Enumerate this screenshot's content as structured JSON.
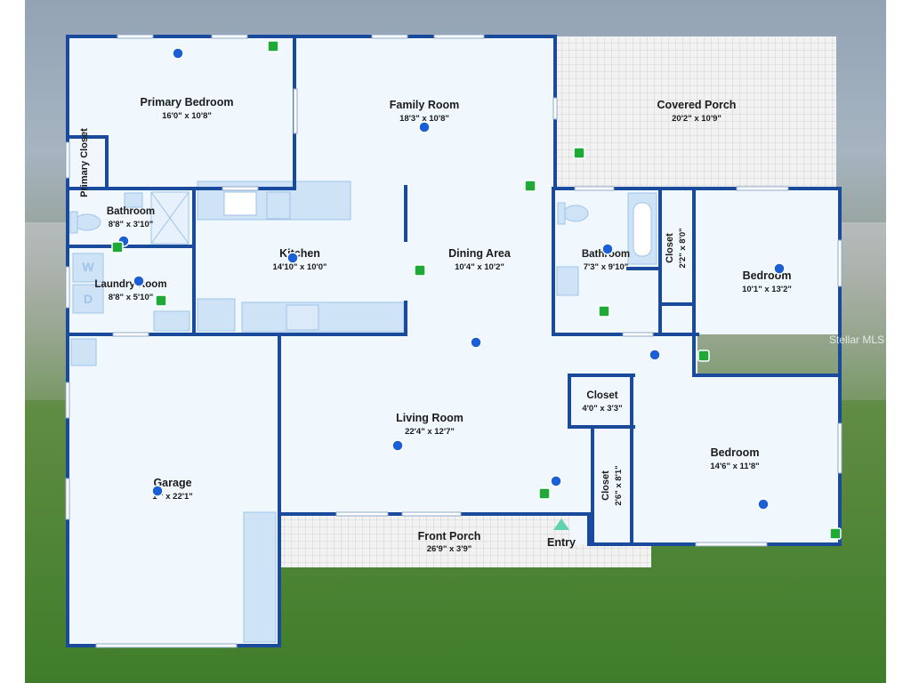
{
  "rooms": {
    "primary_bedroom": {
      "name": "Primary Bedroom",
      "dim": "16'0\" x 10'8\""
    },
    "primary_closet": {
      "name": "Primary Closet"
    },
    "family_room": {
      "name": "Family Room",
      "dim": "18'3\" x 10'8\""
    },
    "covered_porch": {
      "name": "Covered Porch",
      "dim": "20'2\" x 10'9\""
    },
    "bathroom1": {
      "name": "Bathroom",
      "dim": "8'8\" x 3'10\""
    },
    "kitchen": {
      "name": "Kitchen",
      "dim": "14'10\" x 10'0\""
    },
    "dining_area": {
      "name": "Dining Area",
      "dim": "10'4\" x 10'2\""
    },
    "bathroom2": {
      "name": "Bathroom",
      "dim": "7'3\" x 9'10\""
    },
    "closet_vertical1": {
      "name": "Closet",
      "dim": "2'2\" x 8'0\""
    },
    "bedroom1": {
      "name": "Bedroom",
      "dim": "10'1\" x 13'2\""
    },
    "laundry_room": {
      "name": "Laundry Room",
      "dim": "8'8\" x 5'10\""
    },
    "closet_small": {
      "name": "Closet",
      "dim": "4'0\" x 3'3\""
    },
    "living_room": {
      "name": "Living Room",
      "dim": "22'4\" x 12'7\""
    },
    "garage": {
      "name": "Garage",
      "dim": "1 \" x 22'1\""
    },
    "closet_vertical2": {
      "name": "Closet",
      "dim": "2'6\" x 8'1\""
    },
    "bedroom2": {
      "name": "Bedroom",
      "dim": "14'6\" x 11'8\""
    },
    "front_porch": {
      "name": "Front Porch",
      "dim": "26'9\" x 3'9\""
    },
    "entry": {
      "name": "Entry"
    }
  },
  "appliances": {
    "washer": "W",
    "dryer": "D"
  },
  "watermark": "Stellar MLS",
  "colors": {
    "wall": "#1a4a9c",
    "floor": "#f1f8fd",
    "fixture": "#cfe3f7",
    "porch": "#ececec",
    "marker_blue": "#1a5fd6",
    "marker_green": "#1faa38",
    "entry_arrow": "#5fd3b0"
  }
}
